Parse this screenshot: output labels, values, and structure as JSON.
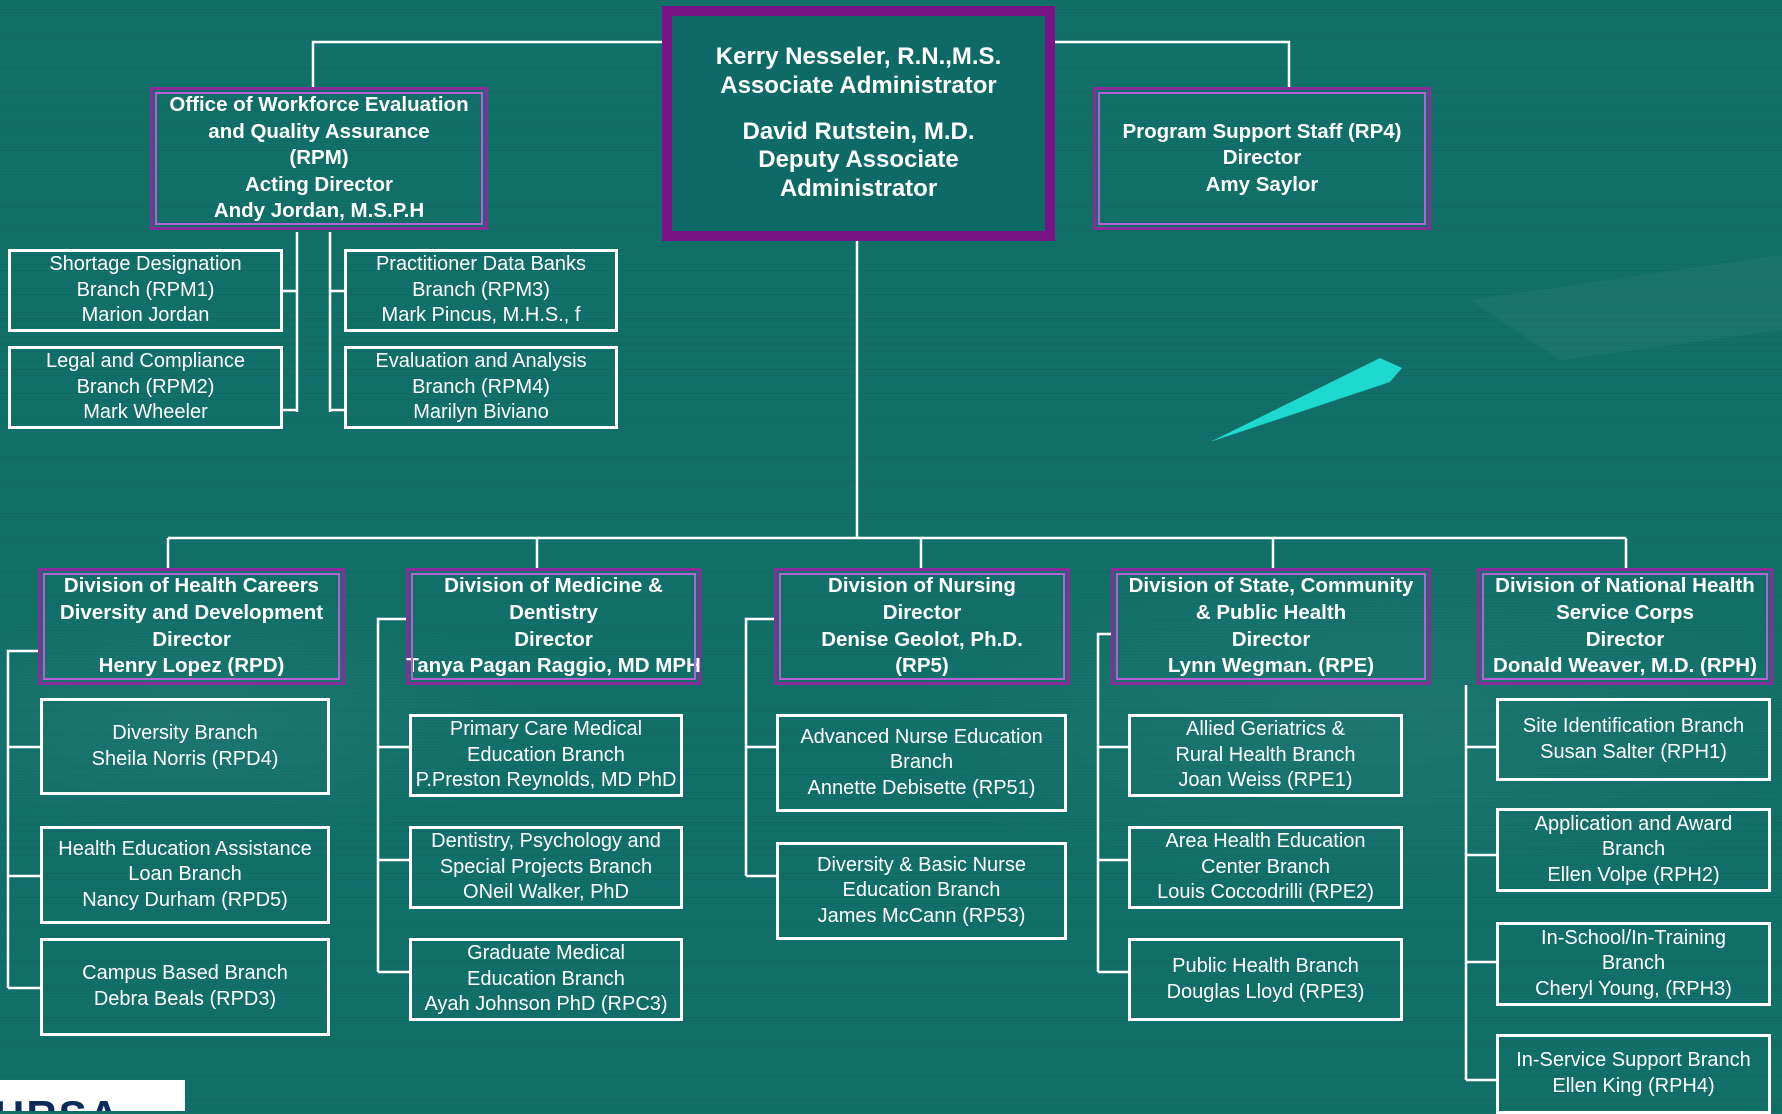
{
  "top": {
    "line1": "Kerry Nesseler, R.N.,M.S.",
    "line2": "Associate Administrator",
    "line3": "David Rutstein, M.D.",
    "line4": "Deputy Associate",
    "line5": "Administrator"
  },
  "offices": {
    "workforce": [
      "Office of Workforce Evaluation",
      "and Quality Assurance",
      "(RPM)",
      "Acting Director",
      "Andy Jordan, M.S.P.H"
    ],
    "support": [
      "Program Support Staff (RP4)",
      "Director",
      "Amy Saylor"
    ]
  },
  "workforce_branches": {
    "rpm1": [
      "Shortage Designation",
      "Branch (RPM1)",
      "Marion Jordan"
    ],
    "rpm2": [
      "Legal and Compliance",
      "Branch (RPM2)",
      "Mark Wheeler"
    ],
    "rpm3": [
      "Practitioner Data Banks",
      "Branch (RPM3)",
      "Mark Pincus, M.H.S., f"
    ],
    "rpm4": [
      "Evaluation and Analysis",
      "Branch (RPM4)",
      "Marilyn Biviano"
    ]
  },
  "divisions": [
    {
      "title": [
        "Division of Health Careers",
        "Diversity and Development",
        "Director",
        "Henry Lopez (RPD)"
      ],
      "branches": [
        [
          "Diversity Branch",
          "Sheila Norris  (RPD4)"
        ],
        [
          "Health Education Assistance",
          "Loan Branch",
          "Nancy Durham  (RPD5)"
        ],
        [
          "Campus Based Branch",
          "Debra Beals  (RPD3)"
        ]
      ]
    },
    {
      "title": [
        "Division of Medicine &",
        "Dentistry",
        "Director",
        "Tanya Pagan Raggio, MD MPH"
      ],
      "branches": [
        [
          "Primary Care Medical",
          "Education Branch",
          "P.Preston Reynolds, MD PhD"
        ],
        [
          "Dentistry, Psychology and",
          "Special Projects Branch",
          "ONeil Walker, PhD"
        ],
        [
          "Graduate Medical",
          "Education Branch",
          "Ayah Johnson PhD (RPC3)"
        ]
      ]
    },
    {
      "title": [
        "Division of Nursing",
        "Director",
        "Denise Geolot, Ph.D.",
        "(RP5)"
      ],
      "branches": [
        [
          "Advanced Nurse Education",
          "Branch",
          "Annette Debisette  (RP51)"
        ],
        [
          "Diversity & Basic Nurse",
          "Education Branch",
          "James McCann  (RP53)"
        ]
      ]
    },
    {
      "title": [
        "Division of State, Community",
        "& Public Health",
        "Director",
        "Lynn Wegman. (RPE)"
      ],
      "branches": [
        [
          "Allied Geriatrics &",
          "Rural Health Branch",
          "Joan Weiss  (RPE1)"
        ],
        [
          "Area Health Education",
          "Center Branch",
          "Louis Coccodrilli  (RPE2)"
        ],
        [
          "Public Health Branch",
          "Douglas Lloyd  (RPE3)"
        ]
      ]
    },
    {
      "title": [
        "Division of National Health",
        "Service Corps",
        "Director",
        "Donald Weaver, M.D. (RPH)"
      ],
      "branches": [
        [
          "Site Identification Branch",
          "Susan Salter  (RPH1)"
        ],
        [
          "Application and Award",
          "Branch",
          "Ellen Volpe  (RPH2)"
        ],
        [
          "In-School/In-Training",
          "Branch",
          "Cheryl Young, (RPH3)"
        ],
        [
          "In-Service Support Branch",
          "Ellen King  (RPH4)"
        ]
      ]
    }
  ],
  "logo": {
    "text": "HRSA"
  },
  "colors": {
    "background": "#11706a",
    "frame": "#7a1486",
    "line": "#ffffff",
    "accent": "#1fd8d0"
  }
}
